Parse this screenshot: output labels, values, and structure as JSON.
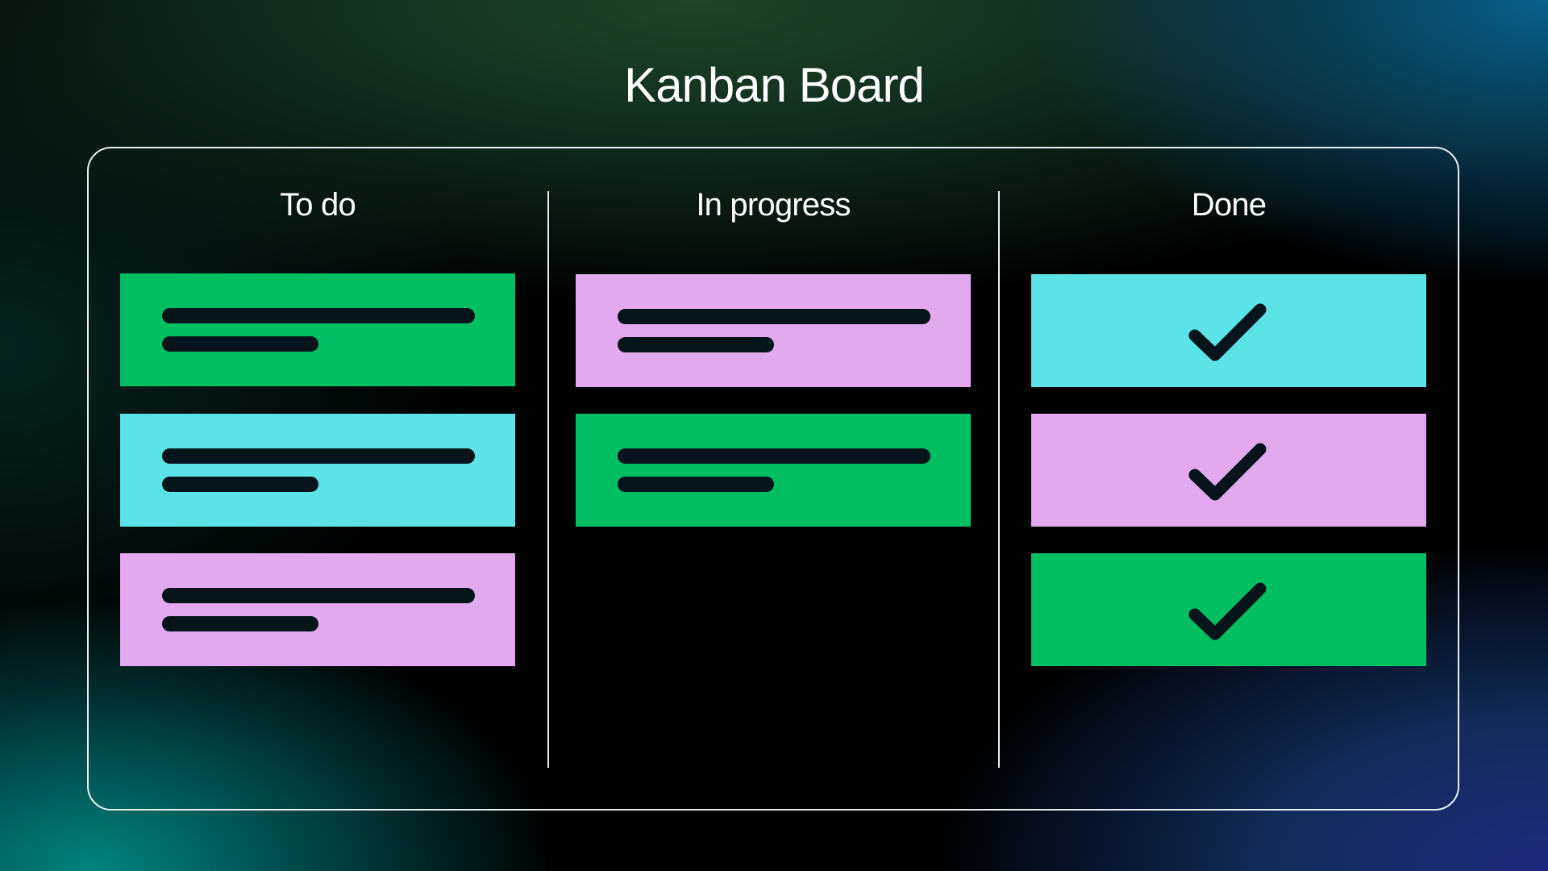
{
  "title": "Kanban Board",
  "colors": {
    "green": "#00be62",
    "cyan": "#5ce3e8",
    "pink": "#e2a9ef",
    "line": "#04141a",
    "border": "#e8eef0"
  },
  "columns": [
    {
      "label": "To do",
      "cards": [
        {
          "color": "green",
          "content": "text-lines"
        },
        {
          "color": "cyan",
          "content": "text-lines"
        },
        {
          "color": "pink",
          "content": "text-lines"
        }
      ]
    },
    {
      "label": "In progress",
      "cards": [
        {
          "color": "pink",
          "content": "text-lines"
        },
        {
          "color": "green",
          "content": "text-lines"
        }
      ]
    },
    {
      "label": "Done",
      "cards": [
        {
          "color": "cyan",
          "content": "check-icon"
        },
        {
          "color": "pink",
          "content": "check-icon"
        },
        {
          "color": "green",
          "content": "check-icon"
        }
      ]
    }
  ]
}
